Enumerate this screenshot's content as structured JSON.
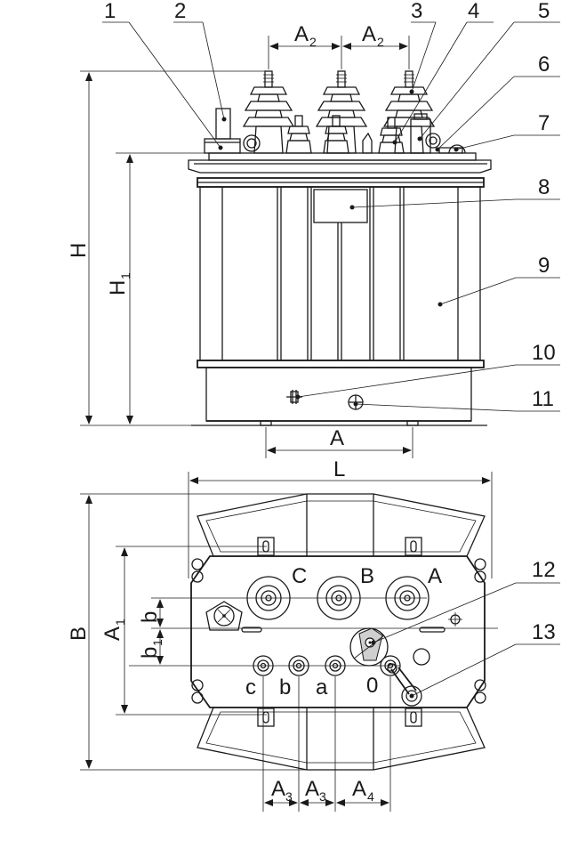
{
  "callouts": [
    "1",
    "2",
    "3",
    "4",
    "5",
    "6",
    "7",
    "8",
    "9",
    "10",
    "11",
    "12",
    "13"
  ],
  "dimensions": {
    "H": "H",
    "H1": "H",
    "H1_sub": "1",
    "A": "A",
    "A2_left": "A",
    "A2_right": "A",
    "A2_sub": "2",
    "L": "L",
    "B": "B",
    "A1": "A",
    "A1_sub": "1",
    "b": "b",
    "b1": "b",
    "b1_sub": "1",
    "A3_left": "A",
    "A3_right": "A",
    "A3_sub": "3",
    "A4": "A",
    "A4_sub": "4"
  },
  "terminals_hv": [
    "C",
    "B",
    "A"
  ],
  "terminals_lv": [
    "c",
    "b",
    "a",
    "0"
  ]
}
